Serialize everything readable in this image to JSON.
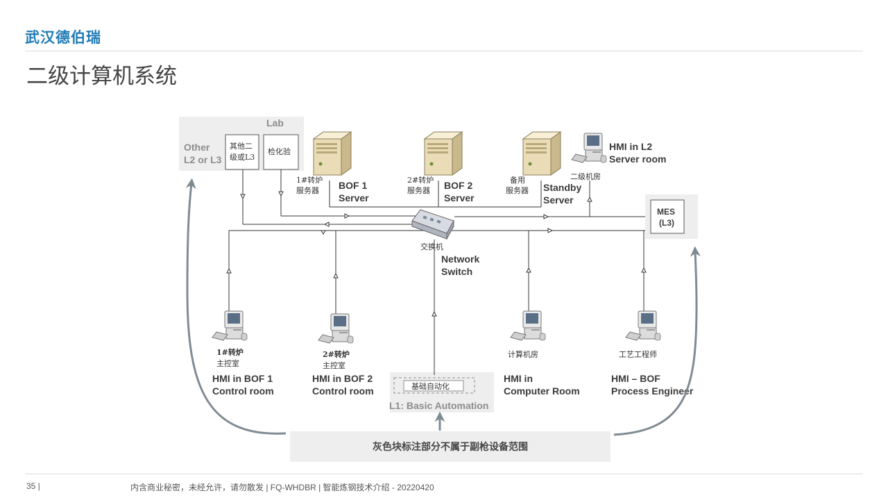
{
  "header": {
    "brand": "武汉德伯瑞",
    "title": "二级计算机系统"
  },
  "diagram": {
    "lab_label": "Lab",
    "other_line1": "Other",
    "other_line2": "L2 or L3",
    "other_box_line1": "其他二",
    "other_box_line2": "级或L3",
    "lab_box": "检化验",
    "server1_cn_1": "1#转炉",
    "server1_cn_2": "服务器",
    "server1_en_1": "BOF 1",
    "server1_en_2": "Server",
    "server2_cn_1": "2#转炉",
    "server2_cn_2": "服务器",
    "server2_en_1": "BOF 2",
    "server2_en_2": "Server",
    "server3_cn_1": "备用",
    "server3_cn_2": "服务器",
    "server3_en_1": "Standby",
    "server3_en_2": "Server",
    "hmi_l2_1": "HMI in L2",
    "hmi_l2_2": "Server room",
    "hmi_l2_cn": "二级机房",
    "mes_1": "MES",
    "mes_2": "(L3)",
    "switch_cn": "交换机",
    "switch_en_1": "Network",
    "switch_en_2": "Switch",
    "pc1_cn_1": "1#转炉",
    "pc1_cn_2": "主控室",
    "pc1_en_1": "HMI in BOF 1",
    "pc1_en_2": "Control room",
    "pc2_cn_1": "2#转炉",
    "pc2_cn_2": "主控室",
    "pc2_en_1": "HMI in BOF 2",
    "pc2_en_2": "Control room",
    "pc3_cn": "计算机房",
    "pc3_en_1": "HMI in",
    "pc3_en_2": "Computer Room",
    "pc4_cn": "工艺工程师",
    "pc4_en_1": "HMI – BOF",
    "pc4_en_2": "Process Engineer",
    "l1_box": "基础自动化",
    "l1_label": "L1: Basic Automation",
    "note": "灰色块标注部分不属于副枪设备范围"
  },
  "footer": {
    "page": "35  |",
    "text": "内含商业秘密，未经允许，请勿散发 | FQ-WHDBR | 智能炼钢技术介绍 - 20220420"
  },
  "colors": {
    "brand": "#1f7bb6",
    "gray_block": "#eeeeee",
    "arrow": "#7f8b93"
  }
}
